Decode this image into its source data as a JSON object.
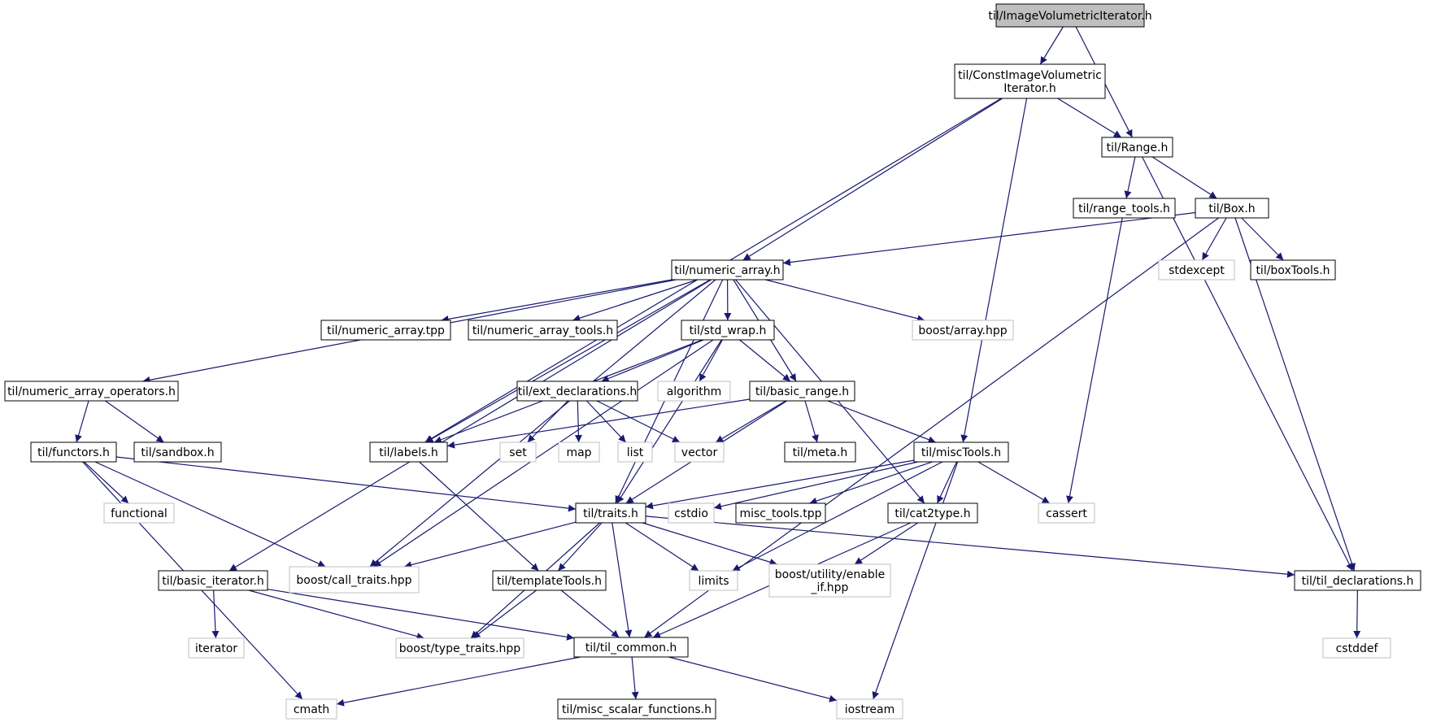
{
  "colors": {
    "edge": "#191970",
    "node_border": "#000000",
    "external_border": "#bfbfbf",
    "root_fill": "#bfbfbf",
    "text": "#000000"
  },
  "nodes": [
    {
      "id": "root",
      "lines": [
        "til/ImageVolumetricIterator.h"
      ],
      "kind": "root"
    },
    {
      "id": "const_iter",
      "lines": [
        "til/ConstImageVolumetric",
        "Iterator.h"
      ],
      "kind": "file"
    },
    {
      "id": "range",
      "lines": [
        "til/Range.h"
      ],
      "kind": "file"
    },
    {
      "id": "range_tools",
      "lines": [
        "til/range_tools.h"
      ],
      "kind": "file"
    },
    {
      "id": "box",
      "lines": [
        "til/Box.h"
      ],
      "kind": "file"
    },
    {
      "id": "numeric_array",
      "lines": [
        "til/numeric_array.h"
      ],
      "kind": "file"
    },
    {
      "id": "stdexcept",
      "lines": [
        "stdexcept"
      ],
      "kind": "external"
    },
    {
      "id": "boxtools",
      "lines": [
        "til/boxTools.h"
      ],
      "kind": "file"
    },
    {
      "id": "na_tpp",
      "lines": [
        "til/numeric_array.tpp"
      ],
      "kind": "file"
    },
    {
      "id": "na_tools",
      "lines": [
        "til/numeric_array_tools.h"
      ],
      "kind": "file"
    },
    {
      "id": "std_wrap",
      "lines": [
        "til/std_wrap.h"
      ],
      "kind": "file"
    },
    {
      "id": "boost_array",
      "lines": [
        "boost/array.hpp"
      ],
      "kind": "external"
    },
    {
      "id": "na_ops",
      "lines": [
        "til/numeric_array_operators.h"
      ],
      "kind": "file"
    },
    {
      "id": "ext_decl",
      "lines": [
        "til/ext_declarations.h"
      ],
      "kind": "file"
    },
    {
      "id": "algorithm",
      "lines": [
        "algorithm"
      ],
      "kind": "external"
    },
    {
      "id": "basic_range",
      "lines": [
        "til/basic_range.h"
      ],
      "kind": "file"
    },
    {
      "id": "functors",
      "lines": [
        "til/functors.h"
      ],
      "kind": "file"
    },
    {
      "id": "sandbox",
      "lines": [
        "til/sandbox.h"
      ],
      "kind": "file"
    },
    {
      "id": "labels",
      "lines": [
        "til/labels.h"
      ],
      "kind": "file"
    },
    {
      "id": "set",
      "lines": [
        "set"
      ],
      "kind": "external"
    },
    {
      "id": "map",
      "lines": [
        "map"
      ],
      "kind": "external"
    },
    {
      "id": "list",
      "lines": [
        "list"
      ],
      "kind": "external"
    },
    {
      "id": "vector",
      "lines": [
        "vector"
      ],
      "kind": "external"
    },
    {
      "id": "meta",
      "lines": [
        "til/meta.h"
      ],
      "kind": "file"
    },
    {
      "id": "misctools",
      "lines": [
        "til/miscTools.h"
      ],
      "kind": "file"
    },
    {
      "id": "functional",
      "lines": [
        "functional"
      ],
      "kind": "external"
    },
    {
      "id": "traits",
      "lines": [
        "til/traits.h"
      ],
      "kind": "file"
    },
    {
      "id": "cstdio",
      "lines": [
        "cstdio"
      ],
      "kind": "external"
    },
    {
      "id": "misc_tpp",
      "lines": [
        "misc_tools.tpp"
      ],
      "kind": "file"
    },
    {
      "id": "cat2type",
      "lines": [
        "til/cat2type.h"
      ],
      "kind": "file"
    },
    {
      "id": "cassert",
      "lines": [
        "cassert"
      ],
      "kind": "external"
    },
    {
      "id": "basic_iter",
      "lines": [
        "til/basic_iterator.h"
      ],
      "kind": "file"
    },
    {
      "id": "call_traits",
      "lines": [
        "boost/call_traits.hpp"
      ],
      "kind": "external"
    },
    {
      "id": "template_tools",
      "lines": [
        "til/templateTools.h"
      ],
      "kind": "file"
    },
    {
      "id": "limits",
      "lines": [
        "limits"
      ],
      "kind": "external"
    },
    {
      "id": "enable_if",
      "lines": [
        "boost/utility/enable",
        "_if.hpp"
      ],
      "kind": "external"
    },
    {
      "id": "til_decl",
      "lines": [
        "til/til_declarations.h"
      ],
      "kind": "file"
    },
    {
      "id": "iterator",
      "lines": [
        "iterator"
      ],
      "kind": "external"
    },
    {
      "id": "type_traits",
      "lines": [
        "boost/type_traits.hpp"
      ],
      "kind": "external"
    },
    {
      "id": "til_common",
      "lines": [
        "til/til_common.h"
      ],
      "kind": "file"
    },
    {
      "id": "cstddef",
      "lines": [
        "cstddef"
      ],
      "kind": "external"
    },
    {
      "id": "cmath",
      "lines": [
        "cmath"
      ],
      "kind": "external"
    },
    {
      "id": "misc_scalar",
      "lines": [
        "til/misc_scalar_functions.h"
      ],
      "kind": "file"
    },
    {
      "id": "iostream",
      "lines": [
        "iostream"
      ],
      "kind": "external"
    }
  ],
  "edges": [
    [
      "root",
      "const_iter"
    ],
    [
      "root",
      "range"
    ],
    [
      "const_iter",
      "labels"
    ],
    [
      "const_iter",
      "numeric_array"
    ],
    [
      "const_iter",
      "misctools"
    ],
    [
      "const_iter",
      "range"
    ],
    [
      "range",
      "range_tools"
    ],
    [
      "range",
      "box"
    ],
    [
      "range",
      "til_decl"
    ],
    [
      "range_tools",
      "cassert"
    ],
    [
      "box",
      "numeric_array"
    ],
    [
      "box",
      "stdexcept"
    ],
    [
      "box",
      "boxtools"
    ],
    [
      "box",
      "til_decl"
    ],
    [
      "box",
      "til_common"
    ],
    [
      "numeric_array",
      "na_ops"
    ],
    [
      "numeric_array",
      "basic_iter"
    ],
    [
      "numeric_array",
      "call_traits"
    ],
    [
      "numeric_array",
      "labels"
    ],
    [
      "numeric_array",
      "na_tpp"
    ],
    [
      "numeric_array",
      "na_tools"
    ],
    [
      "numeric_array",
      "std_wrap"
    ],
    [
      "numeric_array",
      "basic_range"
    ],
    [
      "numeric_array",
      "traits"
    ],
    [
      "numeric_array",
      "cat2type"
    ],
    [
      "numeric_array",
      "boost_array"
    ],
    [
      "std_wrap",
      "labels"
    ],
    [
      "std_wrap",
      "call_traits"
    ],
    [
      "std_wrap",
      "traits"
    ],
    [
      "std_wrap",
      "ext_decl"
    ],
    [
      "std_wrap",
      "algorithm"
    ],
    [
      "std_wrap",
      "basic_range"
    ],
    [
      "na_ops",
      "functors"
    ],
    [
      "na_ops",
      "sandbox"
    ],
    [
      "ext_decl",
      "set"
    ],
    [
      "ext_decl",
      "map"
    ],
    [
      "ext_decl",
      "list"
    ],
    [
      "ext_decl",
      "vector"
    ],
    [
      "basic_range",
      "labels"
    ],
    [
      "basic_range",
      "vector"
    ],
    [
      "basic_range",
      "meta"
    ],
    [
      "basic_range",
      "misctools"
    ],
    [
      "basic_range",
      "traits"
    ],
    [
      "functors",
      "functional"
    ],
    [
      "functors",
      "call_traits"
    ],
    [
      "functors",
      "cmath"
    ],
    [
      "functors",
      "traits"
    ],
    [
      "labels",
      "template_tools"
    ],
    [
      "misctools",
      "traits"
    ],
    [
      "misctools",
      "cstdio"
    ],
    [
      "misctools",
      "misc_tpp"
    ],
    [
      "misctools",
      "cat2type"
    ],
    [
      "misctools",
      "cassert"
    ],
    [
      "misctools",
      "limits"
    ],
    [
      "misctools",
      "iostream"
    ],
    [
      "traits",
      "call_traits"
    ],
    [
      "traits",
      "type_traits"
    ],
    [
      "traits",
      "template_tools"
    ],
    [
      "traits",
      "til_common"
    ],
    [
      "traits",
      "limits"
    ],
    [
      "traits",
      "enable_if"
    ],
    [
      "traits",
      "til_decl"
    ],
    [
      "cat2type",
      "enable_if"
    ],
    [
      "cat2type",
      "til_common"
    ],
    [
      "basic_iter",
      "iterator"
    ],
    [
      "basic_iter",
      "type_traits"
    ],
    [
      "basic_iter",
      "til_common"
    ],
    [
      "template_tools",
      "type_traits"
    ],
    [
      "template_tools",
      "til_common"
    ],
    [
      "til_decl",
      "cstddef"
    ],
    [
      "til_common",
      "cmath"
    ],
    [
      "til_common",
      "misc_scalar"
    ],
    [
      "til_common",
      "iostream"
    ]
  ]
}
